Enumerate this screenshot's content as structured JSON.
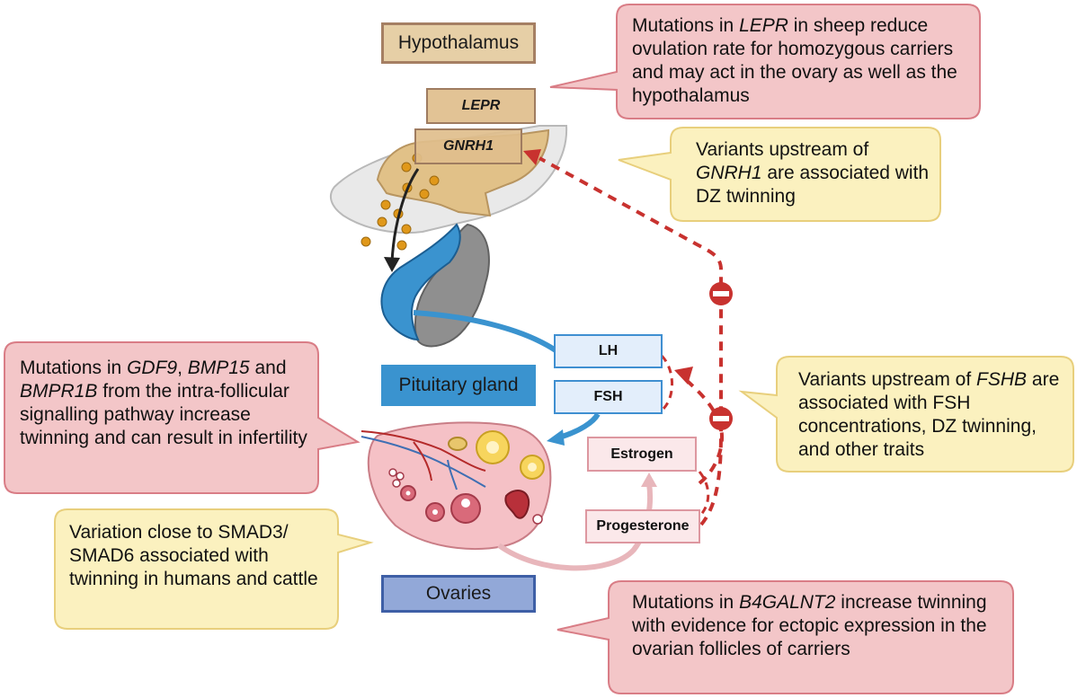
{
  "labels": {
    "hypothalamus": "Hypothalamus",
    "pituitary": "Pituitary gland",
    "ovaries": "Ovaries"
  },
  "genes": {
    "lepr": "LEPR",
    "gnrh1": "GNRH1"
  },
  "hormones": {
    "lh": "LH",
    "fsh": "FSH",
    "estrogen": "Estrogen",
    "progesterone": "Progesterone"
  },
  "notes": {
    "lepr": {
      "pre": "Mutations in ",
      "gene": "LEPR",
      "post": " in sheep reduce ovulation rate for homozygous carriers and  may act in the ovary as well as the hypothalamus"
    },
    "gnrh1": {
      "pre": "Variants upstream of ",
      "gene": "GNRH1",
      "post": " are associated with DZ twinning"
    },
    "gdf9": {
      "pre": "Mutations in ",
      "gene1": "GDF9",
      "sep1": ", ",
      "gene2": "BMP15",
      "sep2": " and ",
      "gene3": "BMPR1B",
      "post": " from the intra-follicular signalling pathway increase twinning and can result in infertility"
    },
    "fshb": {
      "pre": "Variants upstream of ",
      "gene": "FSHB",
      "post": " are associated with FSH concentrations, DZ twinning, and other traits"
    },
    "smad": {
      "text": "Variation close to SMAD3/ SMAD6 associated with twinning in humans and cattle"
    },
    "b4galnt2": {
      "pre": "Mutations in ",
      "gene": "B4GALNT2",
      "post": " increase twinning with evidence for ectopic expression in the ovarian follicles of carriers"
    }
  },
  "colors": {
    "pink_callout": "#f3c6c8",
    "pink_border": "#d97d86",
    "yellow_callout": "#fbf1bf",
    "yellow_border": "#e8cf7c",
    "feedback_red": "#c8322f",
    "pituitary_blue": "#3a93cf"
  },
  "icons": [
    "inhibition-symbol",
    "inhibition-symbol"
  ]
}
